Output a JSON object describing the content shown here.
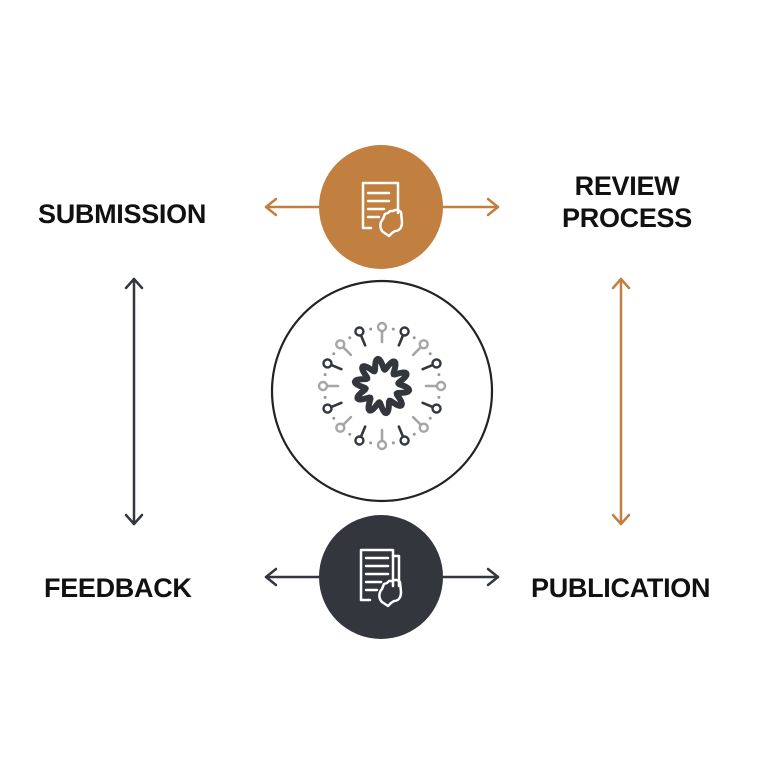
{
  "colors": {
    "accent": "#C17F40",
    "dark": "#33363D",
    "spike_light": "#A5A5A5",
    "text": "#111111"
  },
  "stages": {
    "submission": {
      "label": "SUBMISSION"
    },
    "review": {
      "label_line1": "REVIEW",
      "label_line2": "PROCESS"
    },
    "feedback": {
      "label": "FEEDBACK"
    },
    "publication": {
      "label": "PUBLICATION"
    }
  },
  "nodes": {
    "top": {
      "icon": "document-hand-icon",
      "color": "accent"
    },
    "center": {
      "icon": "virus-icon",
      "spikes": 16
    },
    "bottom": {
      "icon": "documents-hand-icon",
      "color": "dark"
    }
  },
  "connectors": {
    "top_horizontal": {
      "direction": "bidirectional",
      "color": "accent"
    },
    "bottom_horizontal": {
      "direction": "bidirectional",
      "color": "dark"
    },
    "left_vertical": {
      "direction": "bidirectional",
      "color": "dark"
    },
    "right_vertical": {
      "direction": "bidirectional",
      "color": "accent"
    }
  }
}
